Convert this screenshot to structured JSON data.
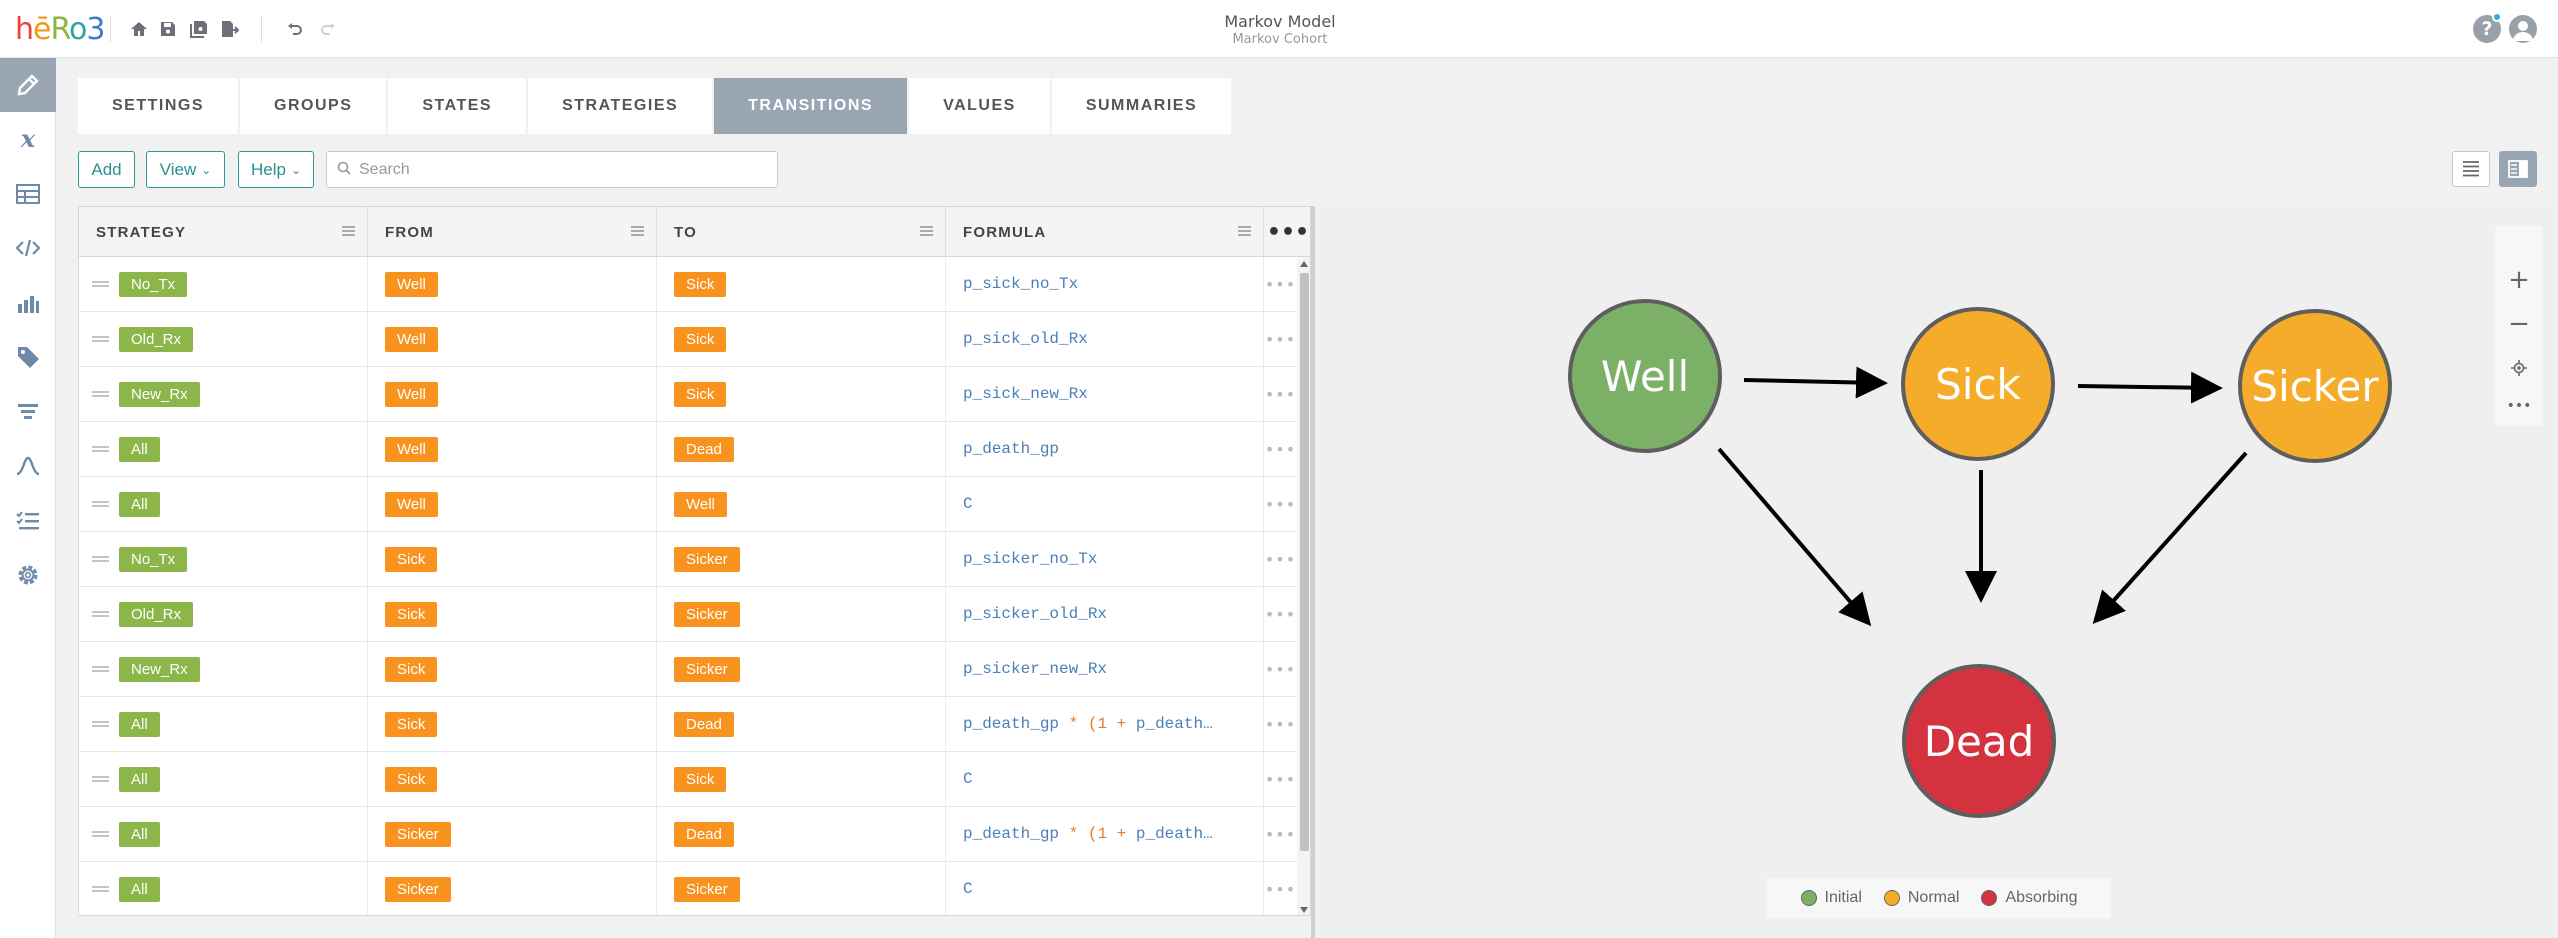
{
  "app": {
    "logo": {
      "h": "h",
      "e": "ē",
      "r": "R",
      "o": "o",
      "n": "3"
    },
    "title": "Markov Model",
    "subtitle": "Markov Cohort"
  },
  "toolbar_icons": [
    "home-icon",
    "save-icon",
    "save-all-icon",
    "export-icon",
    "undo-icon",
    "redo-icon"
  ],
  "sidebar_icons": [
    "pencil-icon",
    "variable-x-icon",
    "table-icon",
    "code-icon",
    "bar-chart-icon",
    "tag-icon",
    "filter-icon",
    "curve-icon",
    "checklist-icon",
    "gear-icon"
  ],
  "tabs": [
    {
      "label": "SETTINGS"
    },
    {
      "label": "GROUPS"
    },
    {
      "label": "STATES"
    },
    {
      "label": "STRATEGIES"
    },
    {
      "label": "TRANSITIONS",
      "active": true
    },
    {
      "label": "VALUES"
    },
    {
      "label": "SUMMARIES"
    }
  ],
  "actions": {
    "add": "Add",
    "view": "View",
    "help": "Help",
    "search_placeholder": "Search"
  },
  "grid": {
    "columns": [
      "STRATEGY",
      "FROM",
      "TO",
      "FORMULA"
    ],
    "more": "•••",
    "row_more": "•••",
    "rows": [
      {
        "strategy": "No_Tx",
        "from": "Well",
        "to": "Sick",
        "formula": "p_sick_no_Tx",
        "f1": "",
        "f2": "",
        "f3": "",
        "f4": "",
        "f5": ""
      },
      {
        "strategy": "Old_Rx",
        "from": "Well",
        "to": "Sick",
        "formula": "p_sick_old_Rx",
        "f1": "",
        "f2": "",
        "f3": "",
        "f4": "",
        "f5": ""
      },
      {
        "strategy": "New_Rx",
        "from": "Well",
        "to": "Sick",
        "formula": "p_sick_new_Rx",
        "f1": "",
        "f2": "",
        "f3": "",
        "f4": "",
        "f5": ""
      },
      {
        "strategy": "All",
        "from": "Well",
        "to": "Dead",
        "formula": "p_death_gp",
        "f1": "",
        "f2": "",
        "f3": "",
        "f4": "",
        "f5": ""
      },
      {
        "strategy": "All",
        "from": "Well",
        "to": "Well",
        "formula": "C",
        "f1": "",
        "f2": "",
        "f3": "",
        "f4": "",
        "f5": ""
      },
      {
        "strategy": "No_Tx",
        "from": "Sick",
        "to": "Sicker",
        "formula": "p_sicker_no_Tx",
        "f1": "",
        "f2": "",
        "f3": "",
        "f4": "",
        "f5": ""
      },
      {
        "strategy": "Old_Rx",
        "from": "Sick",
        "to": "Sicker",
        "formula": "p_sicker_old_Rx",
        "f1": "",
        "f2": "",
        "f3": "",
        "f4": "",
        "f5": ""
      },
      {
        "strategy": "New_Rx",
        "from": "Sick",
        "to": "Sicker",
        "formula": "p_sicker_new_Rx",
        "f1": "",
        "f2": "",
        "f3": "",
        "f4": "",
        "f5": ""
      },
      {
        "strategy": "All",
        "from": "Sick",
        "to": "Dead",
        "formula": "p_death_gp",
        "f1": " * ",
        "f2": "(",
        "f3": "1",
        "f4": " + ",
        "f5": "p_death_si..."
      },
      {
        "strategy": "All",
        "from": "Sick",
        "to": "Sick",
        "formula": "C",
        "f1": "",
        "f2": "",
        "f3": "",
        "f4": "",
        "f5": ""
      },
      {
        "strategy": "All",
        "from": "Sicker",
        "to": "Dead",
        "formula": "p_death_gp",
        "f1": " * ",
        "f2": "(",
        "f3": "1",
        "f4": " + ",
        "f5": "p_death_si..."
      },
      {
        "strategy": "All",
        "from": "Sicker",
        "to": "Sicker",
        "formula": "C",
        "f1": "",
        "f2": "",
        "f3": "",
        "f4": "",
        "f5": ""
      }
    ]
  },
  "diagram": {
    "nodes": [
      {
        "label": "Well",
        "type": "initial"
      },
      {
        "label": "Sick",
        "type": "normal"
      },
      {
        "label": "Sicker",
        "type": "normal"
      },
      {
        "label": "Dead",
        "type": "absorbing"
      }
    ],
    "edges": [
      {
        "from": "Well",
        "to": "Sick"
      },
      {
        "from": "Sick",
        "to": "Sicker"
      },
      {
        "from": "Well",
        "to": "Dead"
      },
      {
        "from": "Sick",
        "to": "Dead"
      },
      {
        "from": "Sicker",
        "to": "Dead"
      }
    ],
    "legend": [
      {
        "label": "Initial",
        "color": "#7db067"
      },
      {
        "label": "Normal",
        "color": "#f5ac2b"
      },
      {
        "label": "Absorbing",
        "color": "#d4323e"
      }
    ],
    "zoom_controls": {
      "in": "+",
      "out": "−",
      "more": "•••"
    }
  },
  "colors": {
    "accent": "#2a9a9a",
    "active_tab": "#9aa5b4",
    "strategy_tag": "#8cb54a",
    "state_tag": "#f7931e"
  }
}
